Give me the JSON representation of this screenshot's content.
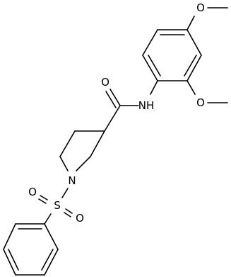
{
  "atom_labels": {
    "n_piperidine": "N",
    "s_sulfonyl": "S",
    "o_sulfonyl_left": "O",
    "o_sulfonyl_right": "O",
    "o_carbonyl": "O",
    "nh_amide": "NH",
    "o_methoxy_top": "O",
    "o_methoxy_side": "O"
  },
  "colors": {
    "bond": "#000000",
    "label": "#000000",
    "background": "#ffffff"
  }
}
